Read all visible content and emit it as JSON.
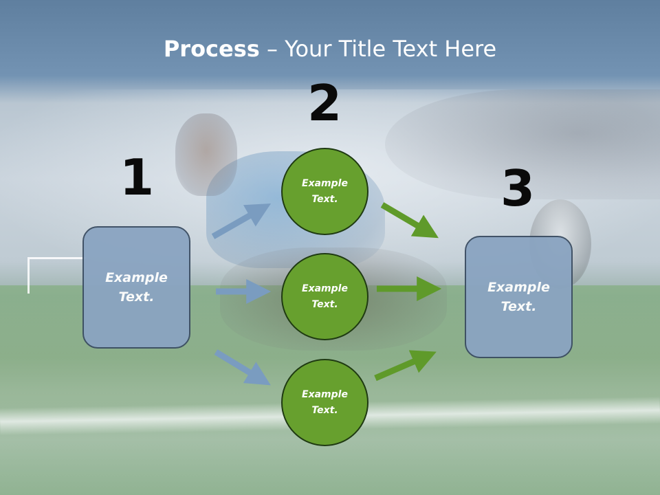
{
  "title": {
    "bold": "Process",
    "rest": " – Your Title Text Here"
  },
  "steps": {
    "one": "1",
    "two": "2",
    "three": "3"
  },
  "left_box": {
    "line1": "Example",
    "line2": "Text."
  },
  "right_box": {
    "line1": "Example",
    "line2": "Text."
  },
  "circles": [
    {
      "line1": "Example",
      "line2": "Text."
    },
    {
      "line1": "Example",
      "line2": "Text."
    },
    {
      "line1": "Example",
      "line2": "Text."
    }
  ],
  "colors": {
    "box_fill": "#8aa4c1",
    "box_border": "#3a4c61",
    "circle_fill": "#67a02e",
    "circle_border": "#1f3a12",
    "blue_arrow": "#7a9cc0",
    "green_arrow": "#5f9a2a",
    "title_text": "#ffffff"
  }
}
